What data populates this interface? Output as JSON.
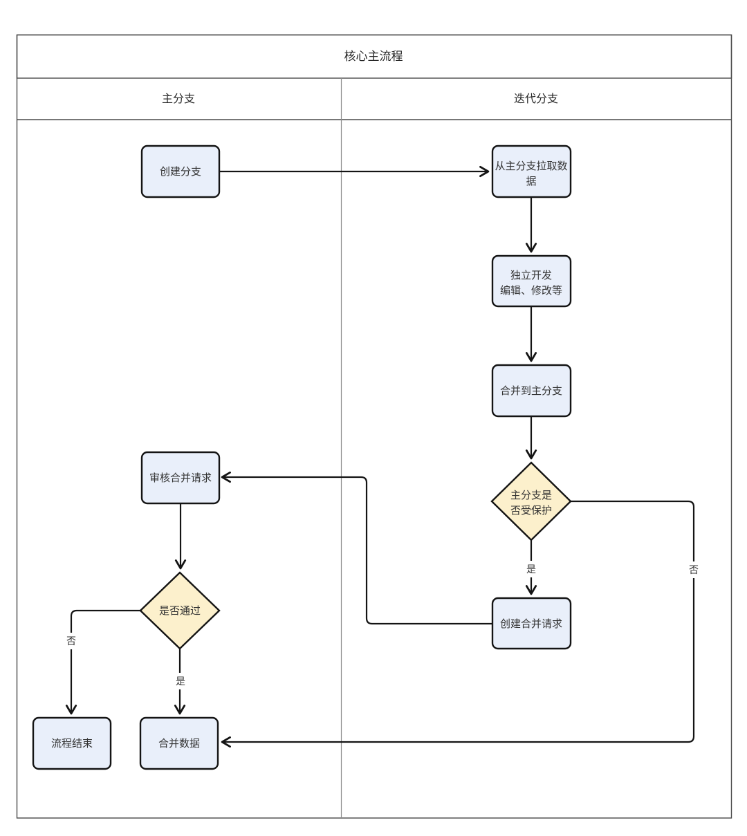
{
  "diagram": {
    "title": "核心主流程",
    "lanes": {
      "main": {
        "label": "主分支"
      },
      "iteration": {
        "label": "迭代分支"
      }
    },
    "nodes": {
      "create_branch": {
        "label": "创建分支"
      },
      "pull_data": {
        "line1": "从主分支拉取数",
        "line2": "据"
      },
      "independent_dev": {
        "line1": "独立开发",
        "line2": "编辑、修改等"
      },
      "merge_to_main": {
        "label": "合并到主分支"
      },
      "is_protected": {
        "line1": "主分支是",
        "line2": "否受保护"
      },
      "create_merge_request": {
        "label": "创建合并请求"
      },
      "review_merge_request": {
        "label": "审核合并请求"
      },
      "is_approved": {
        "label": "是否通过"
      },
      "process_end": {
        "label": "流程结束"
      },
      "merge_data": {
        "label": "合并数据"
      }
    },
    "edge_labels": {
      "protected_yes": "是",
      "protected_no": "否",
      "approved_yes": "是",
      "approved_no": "否"
    },
    "colors": {
      "process_fill": "#E9EFFA",
      "decision_fill": "#FCF0CC",
      "header_band_fill": "#F4F4F4",
      "white": "#FFFFFF"
    }
  }
}
